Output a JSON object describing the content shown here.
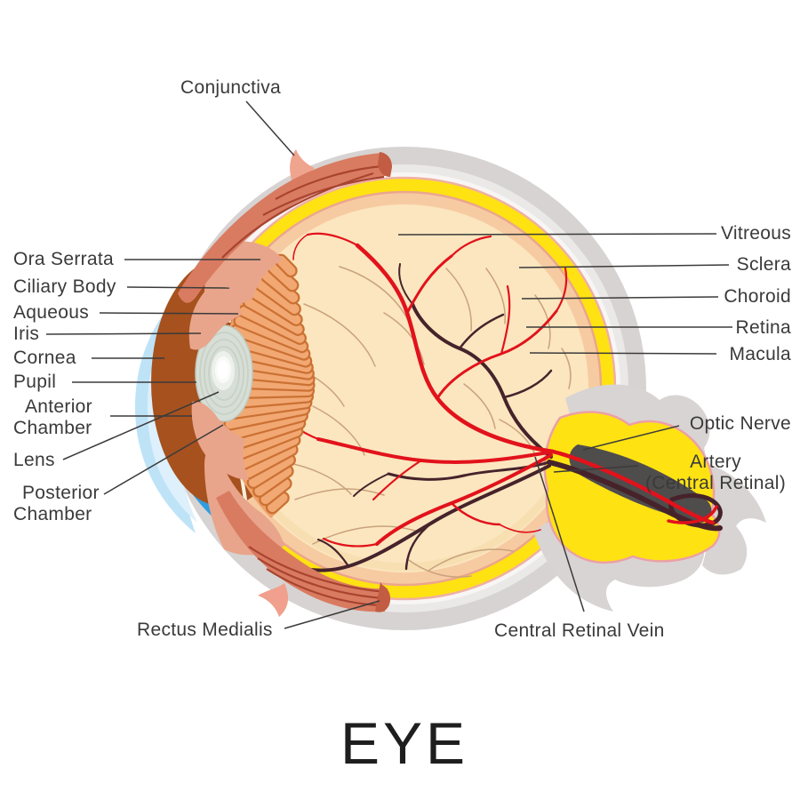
{
  "title": "EYE",
  "labels": {
    "conjunctiva": "Conjunctiva",
    "ora_serrata": "Ora Serrata",
    "ciliary_body": "Ciliary Body",
    "aqueous": "Aqueous",
    "iris": "Iris",
    "cornea": "Cornea",
    "pupil": "Pupil",
    "anterior_chamber_line1": "Anterior",
    "anterior_chamber_line2": "Chamber",
    "lens": "Lens",
    "posterior_chamber_line1": "Posterior",
    "posterior_chamber_line2": "Chamber",
    "vitreous": "Vitreous",
    "sclera": "Sclera",
    "choroid": "Choroid",
    "retina": "Retina",
    "macula": "Macula",
    "optic_nerve": "Optic Nerve",
    "artery_line1": "Artery",
    "artery_line2": "(Central Retinal)",
    "central_retinal_vein": "Central Retinal Vein",
    "rectus_medialis": "Rectus Medialis"
  },
  "colors": {
    "sclera_gray": "#D7D3D2",
    "choroid_yellow": "#FFE212",
    "retina_salmon": "#F7CBA2",
    "vitreous_cream": "#FBE6BF",
    "artery_red": "#E2121B",
    "vein_maroon": "#46232B",
    "capillary_tan": "#C9A27C",
    "cornea_blue": "#BEE3F7",
    "aqueous_blue": "#2E9EE0",
    "pupil_blue": "#1B73B5",
    "lens_gray": "#D7DED6",
    "ciliary_brown": "#A6511E",
    "process_salmon": "#F2A873",
    "flesh_pink": "#E8A58B",
    "muscle_salmon": "#D97B61",
    "muscle_stripe": "#A8432F",
    "label_text": "#3a3a3a",
    "leader_line": "#3b3b3b"
  }
}
